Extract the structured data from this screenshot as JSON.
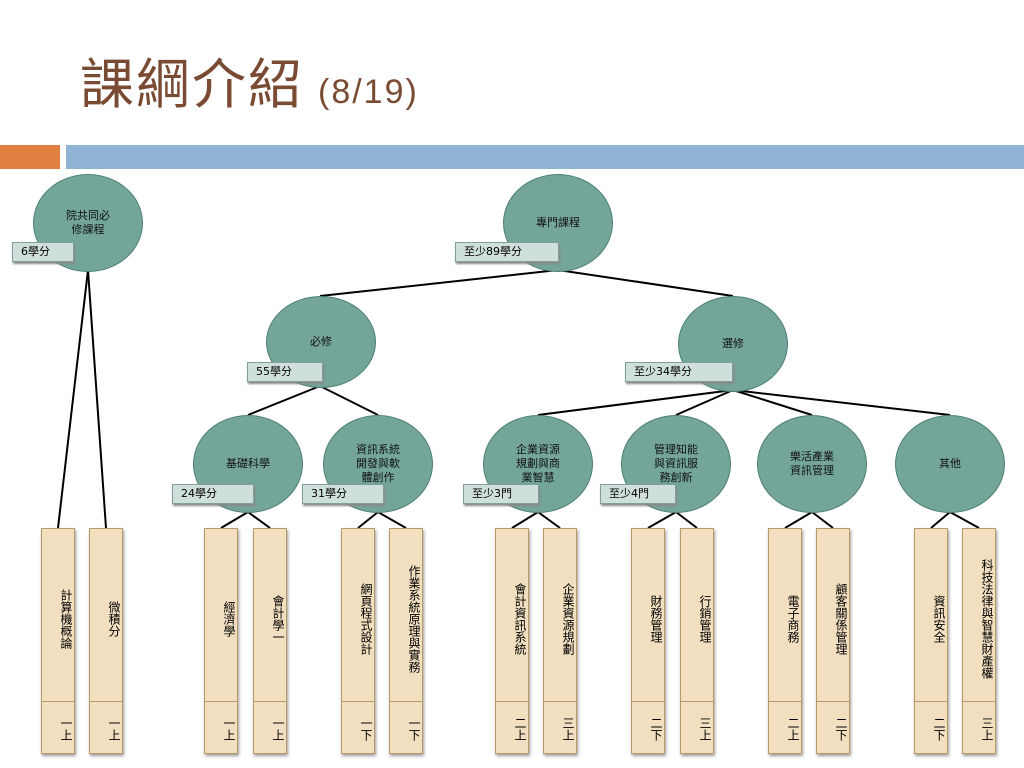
{
  "title": {
    "main": "課綱介紹",
    "sub": "(8/19)"
  },
  "nodes": {
    "college": "院共同必\n修課程",
    "major": "專門課程",
    "required": "必修",
    "elective": "選修",
    "basic": "基礎科學",
    "infosys": "資訊系統\n開發與軟\n體創作",
    "erp": "企業資源\n規劃與商\n業智慧",
    "mgmt": "管理知能\n與資訊服\n務創新",
    "industry": "樂活產業\n資訊管理",
    "other": "其他"
  },
  "tags": {
    "college": "6學分",
    "major": "至少89學分",
    "required": "55學分",
    "elective": "至少34學分",
    "basic": "24學分",
    "infosys": "31學分",
    "erp": "至少3門",
    "mgmt": "至少4門"
  },
  "courses": [
    {
      "name": "計算機概論",
      "term": "一上"
    },
    {
      "name": "微積分",
      "term": "一上"
    },
    {
      "name": "經濟學",
      "term": "一上"
    },
    {
      "name": "會計學一",
      "term": "一上"
    },
    {
      "name": "網頁程式設計",
      "term": "一下"
    },
    {
      "name": "作業系統原理與實務",
      "term": "一下"
    },
    {
      "name": "會計資訊系統",
      "term": "二上"
    },
    {
      "name": "企業資源規劃",
      "term": "三上"
    },
    {
      "name": "財務管理",
      "term": "二下"
    },
    {
      "name": "行銷管理",
      "term": "三上"
    },
    {
      "name": "電子商務",
      "term": "二上"
    },
    {
      "name": "顧客關係管理",
      "term": "二下"
    },
    {
      "name": "資訊安全",
      "term": "二下"
    },
    {
      "name": "科技法律與智慧財產權",
      "term": "三上"
    }
  ]
}
